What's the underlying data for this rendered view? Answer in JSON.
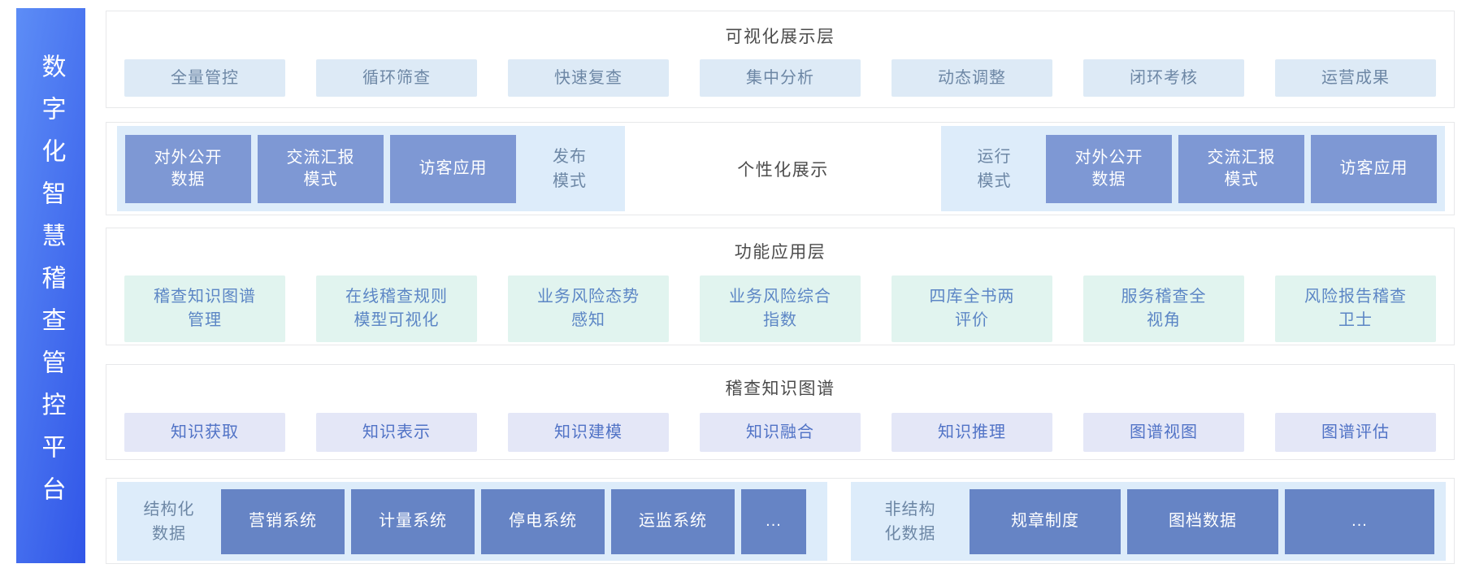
{
  "platform": {
    "title": "数字化智慧稽查管控平台"
  },
  "visual_layer": {
    "title": "可视化展示层",
    "items": [
      "全量管控",
      "循环筛查",
      "快速复查",
      "集中分析",
      "动态调整",
      "闭环考核",
      "运营成果"
    ]
  },
  "display_modes": {
    "publish_group": {
      "modes": [
        "对外公开\n数据",
        "交流汇报\n模式",
        "访客应用"
      ],
      "label": "发布\n模式"
    },
    "center_label": "个性化展示",
    "run_group": {
      "label": "运行\n模式",
      "modes": [
        "对外公开\n数据",
        "交流汇报\n模式",
        "访客应用"
      ]
    }
  },
  "function_layer": {
    "title": "功能应用层",
    "items": [
      "稽查知识图谱\n管理",
      "在线稽查规则\n模型可视化",
      "业务风险态势\n感知",
      "业务风险综合\n指数",
      "四库全书两\n评价",
      "服务稽查全\n视角",
      "风险报告稽查\n卫士"
    ]
  },
  "knowledge_graph_layer": {
    "title": "稽查知识图谱",
    "items": [
      "知识获取",
      "知识表示",
      "知识建模",
      "知识融合",
      "知识推理",
      "图谱视图",
      "图谱评估"
    ]
  },
  "data_layer": {
    "structured": {
      "label": "结构化\n数据",
      "items": [
        "营销系统",
        "计量系统",
        "停电系统",
        "运监系统",
        "..."
      ]
    },
    "unstructured": {
      "label": "非结构\n化数据",
      "items": [
        "规章制度",
        "图档数据",
        "..."
      ]
    }
  },
  "colors": {
    "banner_gradient_start": "#5d8df6",
    "banner_gradient_end": "#3156e8",
    "light_blue_pill": "#ddeaf6",
    "mint_pill": "#e1f4ef",
    "lavender_pill": "#e4e7f7",
    "panel_light_blue": "#ddecfa",
    "dark_mode_box": "#7e98d4",
    "dark_source_box": "#6684c5",
    "pill_text_slate": "#6d87a5",
    "mint_text": "#5c86c5",
    "lavender_text": "#5173c6",
    "header_text": "#4c4c4c"
  }
}
